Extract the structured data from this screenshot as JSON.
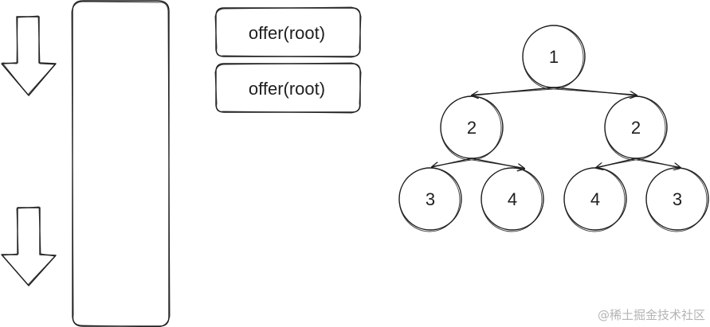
{
  "queue": {
    "items": [
      {
        "label": "offer(root)"
      },
      {
        "label": "offer(root)"
      }
    ]
  },
  "tree": {
    "nodes": [
      {
        "id": "n1",
        "value": "1"
      },
      {
        "id": "n2a",
        "value": "2"
      },
      {
        "id": "n2b",
        "value": "2"
      },
      {
        "id": "n3a",
        "value": "3"
      },
      {
        "id": "n4a",
        "value": "4"
      },
      {
        "id": "n4b",
        "value": "4"
      },
      {
        "id": "n3b",
        "value": "3"
      }
    ],
    "edges": [
      [
        "n1",
        "n2a"
      ],
      [
        "n1",
        "n2b"
      ],
      [
        "n2a",
        "n3a"
      ],
      [
        "n2a",
        "n4a"
      ],
      [
        "n2b",
        "n4b"
      ],
      [
        "n2b",
        "n3b"
      ]
    ]
  },
  "watermark": "@稀土掘金技术社区"
}
